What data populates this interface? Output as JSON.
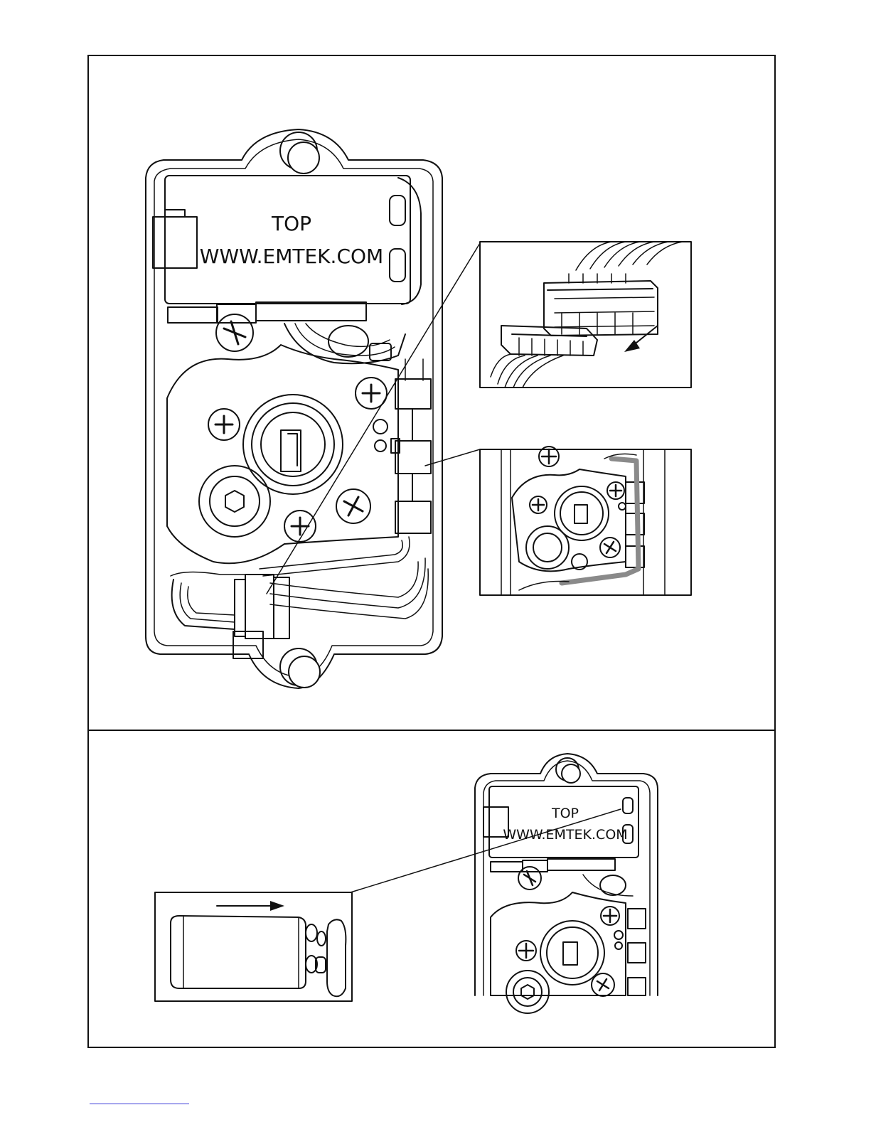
{
  "top_panel": {
    "label_top": "TOP",
    "label_url": "WWW.EMTEK.COM"
  },
  "bottom_panel": {
    "label_top": "TOP",
    "label_url": "WWW.EMTEK.COM"
  },
  "colors": {
    "line": "#111111",
    "wire_highlight": "#8a8a8a",
    "footer_link": "#3a3ad8"
  }
}
